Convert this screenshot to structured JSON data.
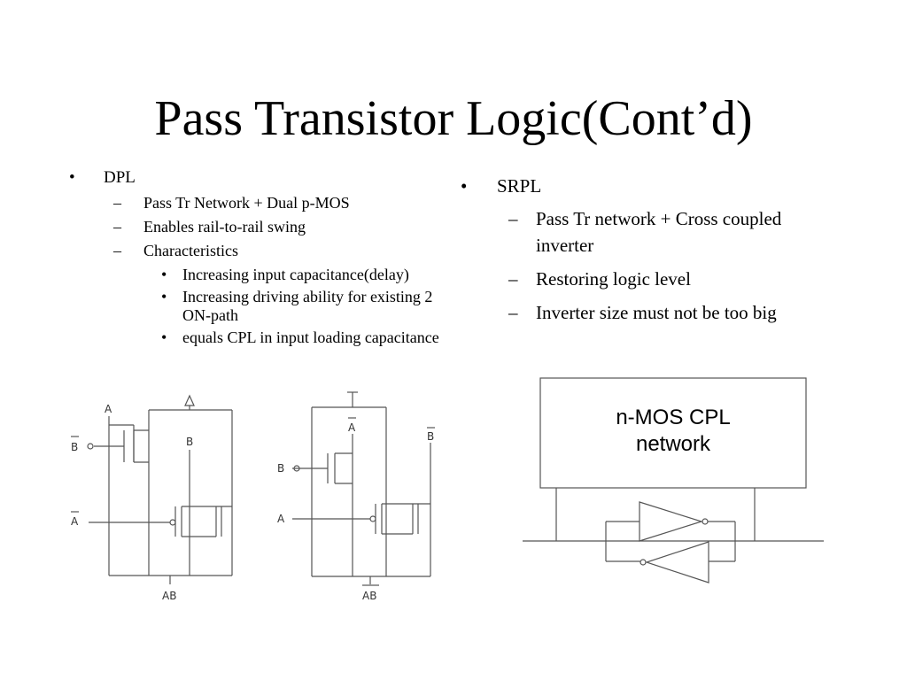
{
  "slide": {
    "title": "Pass Transistor Logic(Cont’d)"
  },
  "bullets": {
    "bullet_char": "•",
    "dash_char": "–"
  },
  "left": {
    "heading": "DPL",
    "items": [
      "Pass Tr Network + Dual p-MOS",
      "Enables rail-to-rail swing",
      "Characteristics"
    ],
    "characteristics": [
      "Increasing input capacitance(delay)",
      "Increasing driving ability for existing 2 ON-path",
      "equals CPL in input loading capacitance"
    ]
  },
  "right": {
    "heading": "SRPL",
    "items": [
      "Pass Tr network + Cross coupled inverter",
      "Restoring logic level",
      "Inverter size must not be too big"
    ]
  },
  "diagrams": {
    "dpl_left": {
      "label_top": "A",
      "label_bbar": "B",
      "label_b": "B",
      "label_abar": "A",
      "label_out": "AB"
    },
    "dpl_right": {
      "label_abar": "A",
      "label_bbar": "B",
      "label_b": "B",
      "label_a": "A",
      "label_out": "AB"
    },
    "srpl": {
      "box_line1": "n-MOS CPL",
      "box_line2": "network"
    }
  }
}
